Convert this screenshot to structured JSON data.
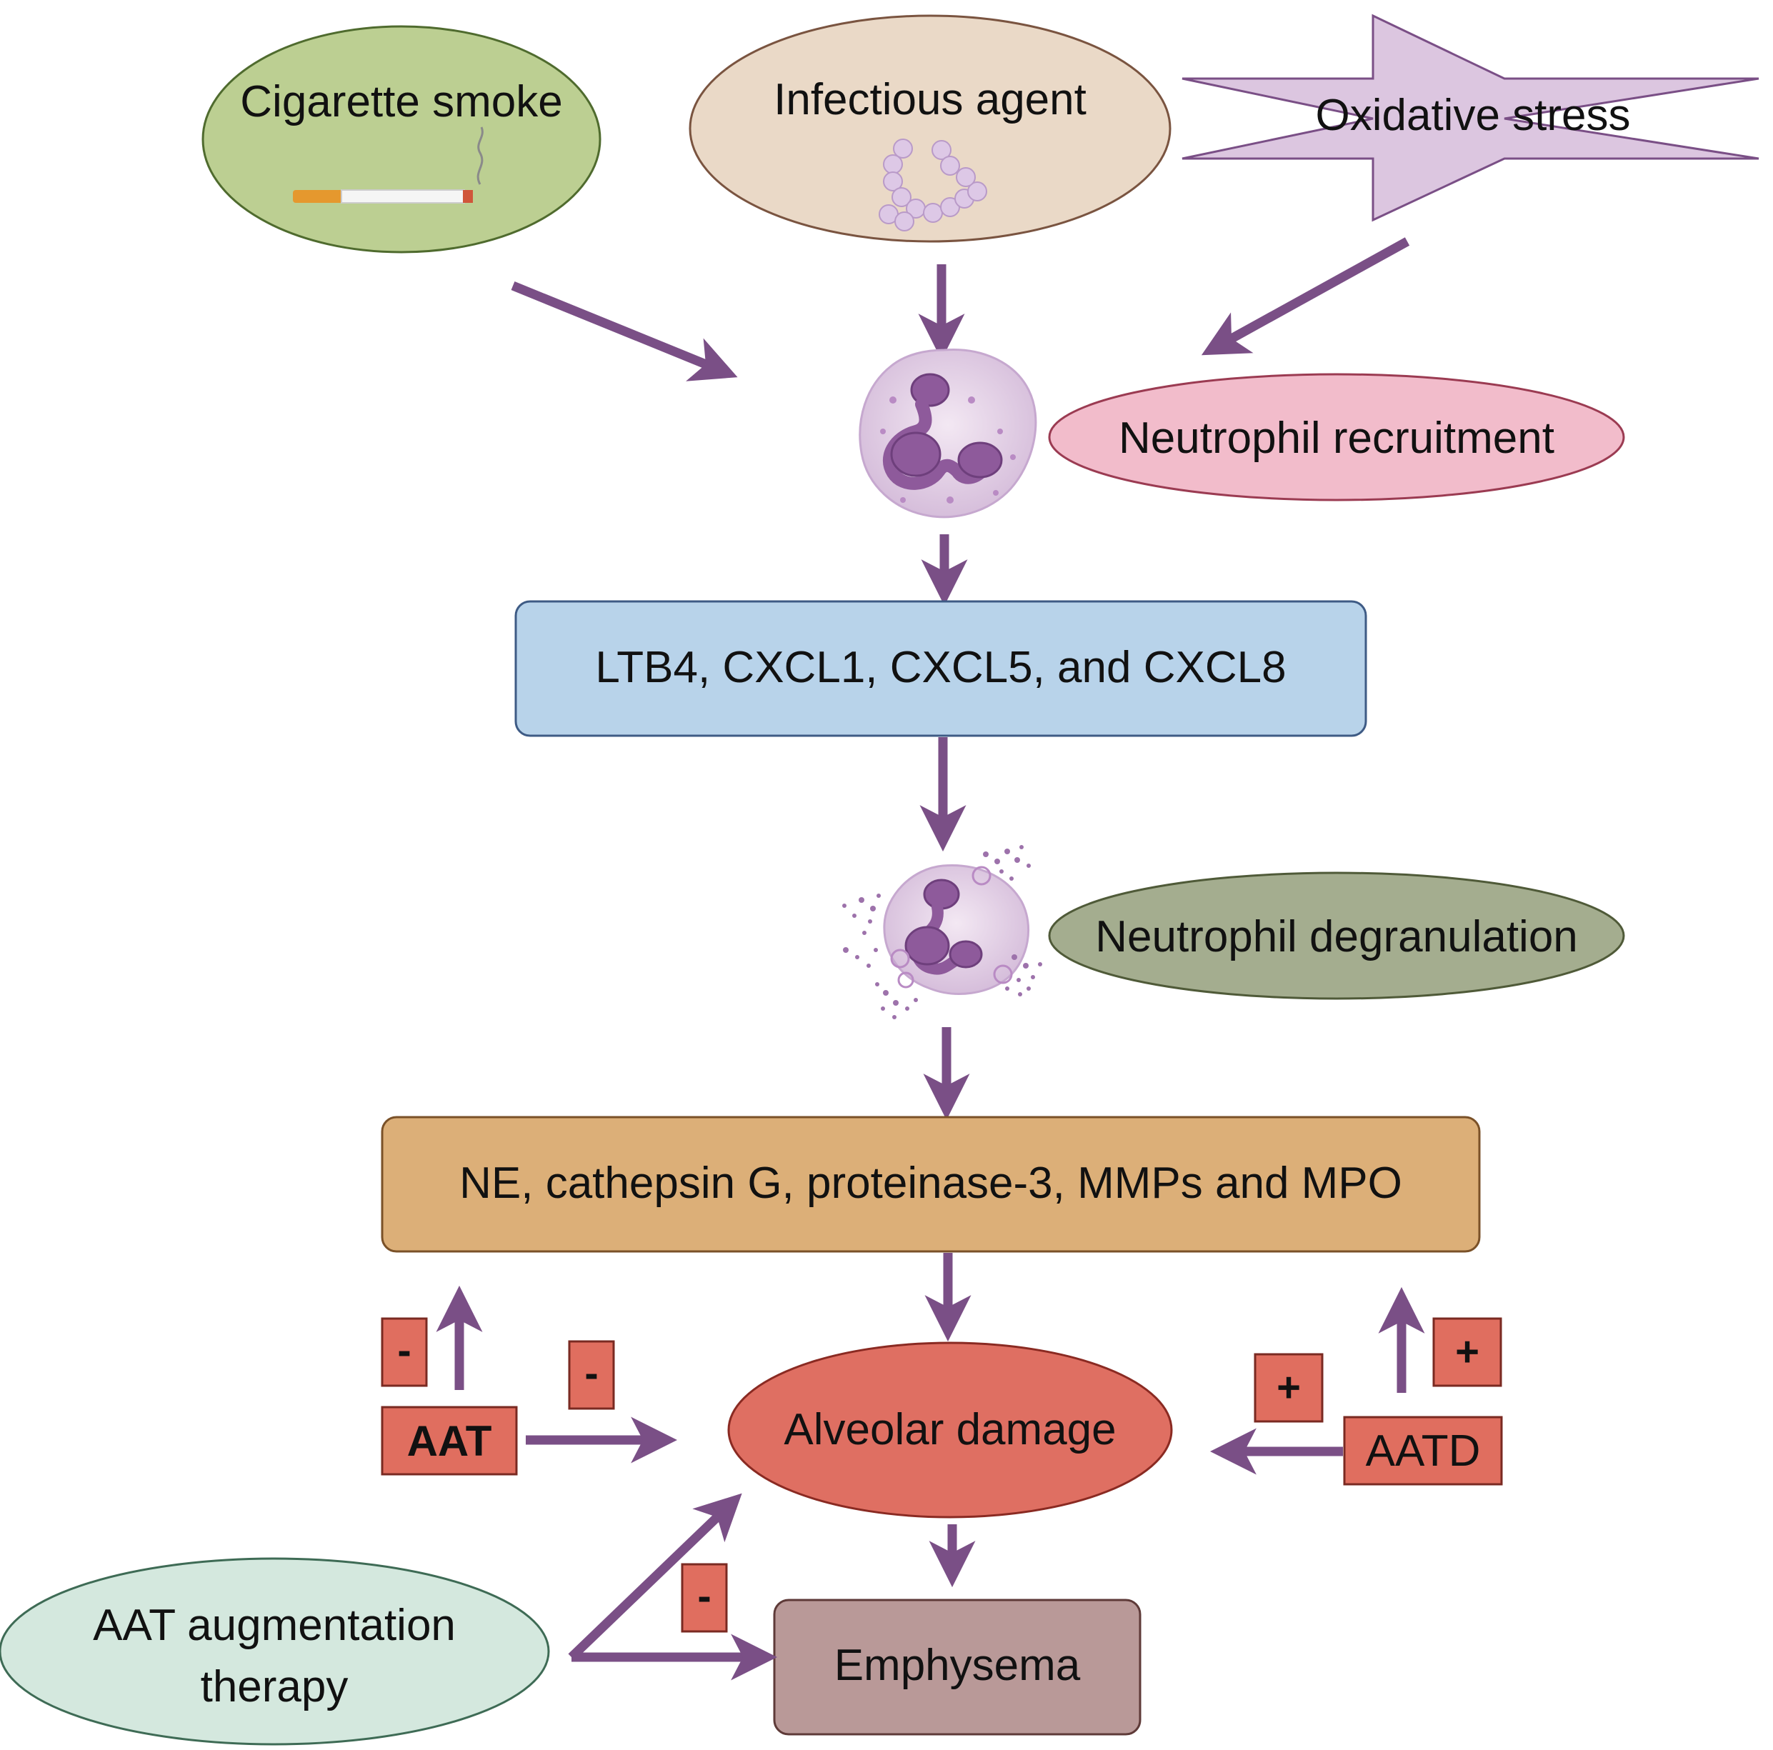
{
  "factors": {
    "cigarette_smoke": "Cigarette smoke",
    "infectious_agent": "Infectious agent",
    "oxidative_stress": "Oxidative stress"
  },
  "neutrophil_recruitment": "Neutrophil recruitment",
  "mediators": "LTB4, CXCL1, CXCL5, and CXCL8",
  "neutrophil_degranulation": "Neutrophil degranulation",
  "proteases": "NE, cathepsin G, proteinase-3, MMPs and MPO",
  "alveolar_damage": "Alveolar damage",
  "emphysema": "Emphysema",
  "aat": "AAT",
  "aatd": "AATD",
  "therapy": {
    "line1": "AAT augmentation",
    "line2": "therapy"
  },
  "signs": {
    "minus": "-",
    "plus": "+"
  },
  "colors": {
    "arrow": "#7a4f86",
    "cigarette_fill": "#bccf92",
    "infectious_fill": "#ead9c7",
    "oxidative_fill": "#dcc6e0",
    "recruitment_fill": "#f2bccb",
    "mediators_fill": "#b8d3ea",
    "degranulation_fill": "#a4ad8f",
    "proteases_fill": "#dcaf78",
    "alveolar_fill": "#df6f62",
    "emphysema_fill": "#b99998",
    "sign_fill": "#e06e5f",
    "therapy_fill": "#d4e8de"
  }
}
